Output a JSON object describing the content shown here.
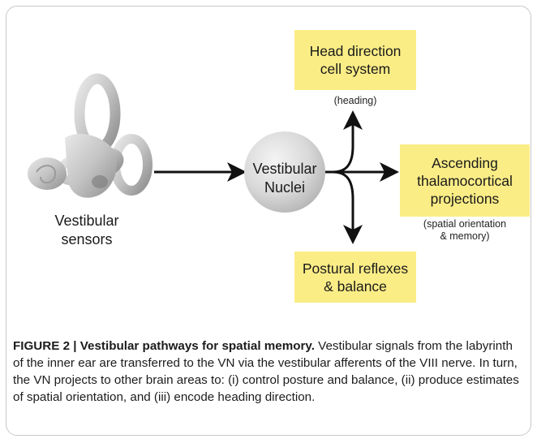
{
  "diagram": {
    "nodes": {
      "head_direction": "Head direction\ncell system",
      "ascending": "Ascending\nthalamocortical\nprojections",
      "postural": "Postural reflexes\n& balance",
      "vestibular_nuclei": "Vestibular\nNuclei",
      "vestibular_sensors": "Vestibular\nsensors"
    },
    "annotations": {
      "heading": "(heading)",
      "spatial": "(spatial orientation\n& memory)"
    },
    "colors": {
      "box_fill": "#fbed86",
      "arrow": "#111111",
      "nuclei_fill": "#d9d9d9"
    },
    "icons": {
      "sensor": "inner-ear-labyrinth-icon"
    }
  },
  "caption": {
    "label": "FIGURE 2 | Vestibular pathways for spatial memory.",
    "text": " Vestibular signals from the labyrinth of the inner ear are transferred to the VN via the vestibular afferents of the VIII nerve. In turn, the VN projects to other brain areas to: (i) control posture and balance, (ii) produce estimates of spatial orientation, and (iii) encode heading direction."
  }
}
